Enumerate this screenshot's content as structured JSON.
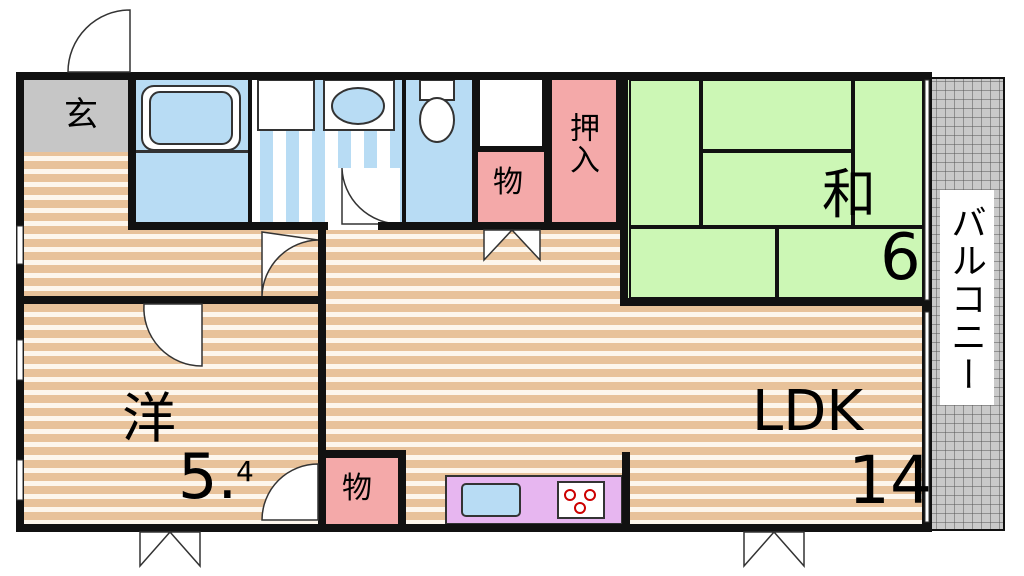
{
  "rooms": {
    "entrance": {
      "label": "玄"
    },
    "western": {
      "label": "洋",
      "size_main": "5.",
      "size_sub": "4"
    },
    "ldk": {
      "label": "LDK",
      "size": "14"
    },
    "japanese": {
      "label": "和",
      "size": "6"
    },
    "oshiire": {
      "label": "押入"
    },
    "storage_1": {
      "label": "物"
    },
    "storage_2": {
      "label": "物"
    },
    "balcony": {
      "label": "バルコニー"
    }
  },
  "colors": {
    "floor_light": "#fdf6ec",
    "floor_stripe": "#e8c29a",
    "tatami": "#ccf7b5",
    "bath": "#b8dcf4",
    "storage": "#f4a9a9",
    "kitchen": "#e7b6f0",
    "entrance": "#c6c6c6",
    "wall": "#111111",
    "balcony": "#bdbdbd"
  }
}
